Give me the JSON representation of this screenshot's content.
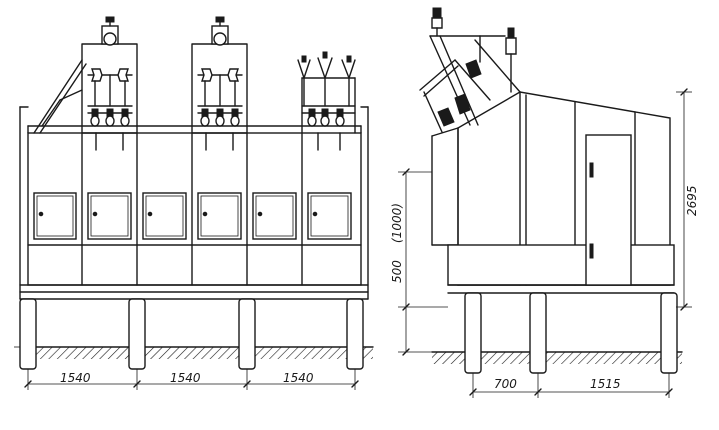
{
  "front_view": {
    "dimensions": [
      "1540",
      "1540",
      "1540"
    ]
  },
  "side_view": {
    "dimension_base": "700",
    "dimension_depth": "1515",
    "dimension_height": "2695",
    "dimension_ground": "500",
    "dimension_ground_alt": "(1000)"
  }
}
